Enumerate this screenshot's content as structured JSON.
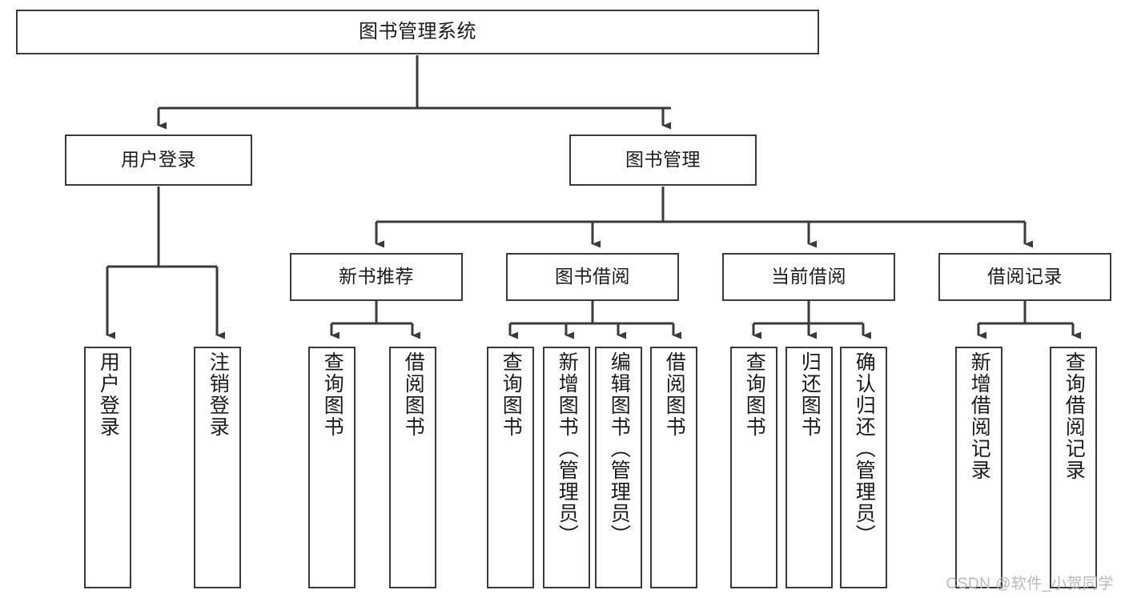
{
  "diagram": {
    "title": "图书管理系统",
    "type": "hierarchy-tree",
    "stroke_color": "#3a3a3a",
    "fill_color": "#ffffff",
    "text_color": "#1b1b1b",
    "levels": 4
  },
  "root": {
    "label": "图书管理系统"
  },
  "level1": [
    {
      "label": "用户登录"
    },
    {
      "label": "图书管理"
    }
  ],
  "level2": [
    {
      "label": "新书推荐"
    },
    {
      "label": "图书借阅"
    },
    {
      "label": "当前借阅"
    },
    {
      "label": "借阅记录"
    }
  ],
  "leaves": {
    "user_login": [
      {
        "label": "用户登录"
      },
      {
        "label": "注销登录"
      }
    ],
    "new_book": [
      {
        "label": "查询图书"
      },
      {
        "label": "借阅图书"
      }
    ],
    "borrow_book": [
      {
        "label": "查询图书"
      },
      {
        "label": "新增图书（管理员）"
      },
      {
        "label": "编辑图书（管理员）"
      },
      {
        "label": "借阅图书"
      }
    ],
    "current_borrow": [
      {
        "label": "查询图书"
      },
      {
        "label": "归还图书"
      },
      {
        "label": "确认归还（管理员）"
      }
    ],
    "borrow_record": [
      {
        "label": "新增借阅记录"
      },
      {
        "label": "查询借阅记录"
      }
    ]
  },
  "watermark": {
    "text": "CSDN @软件_小贺同学"
  }
}
